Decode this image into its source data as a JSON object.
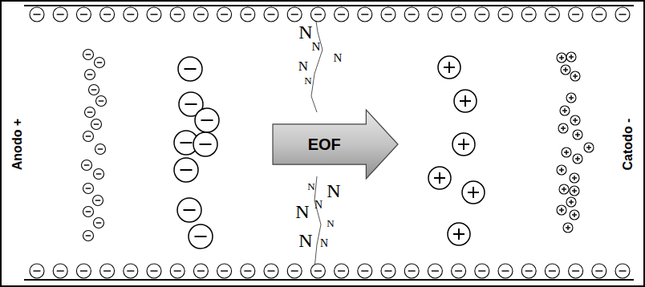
{
  "diagram": {
    "nodes": [
      {
        "text": [
          "EOF"
        ]
      }
    ],
    "labels": [
      "Anodo +",
      "Catodo -",
      "N",
      "N",
      "N",
      "N",
      "N",
      "N",
      "N",
      "N",
      "N",
      "N",
      "N",
      "N"
    ]
  }
}
